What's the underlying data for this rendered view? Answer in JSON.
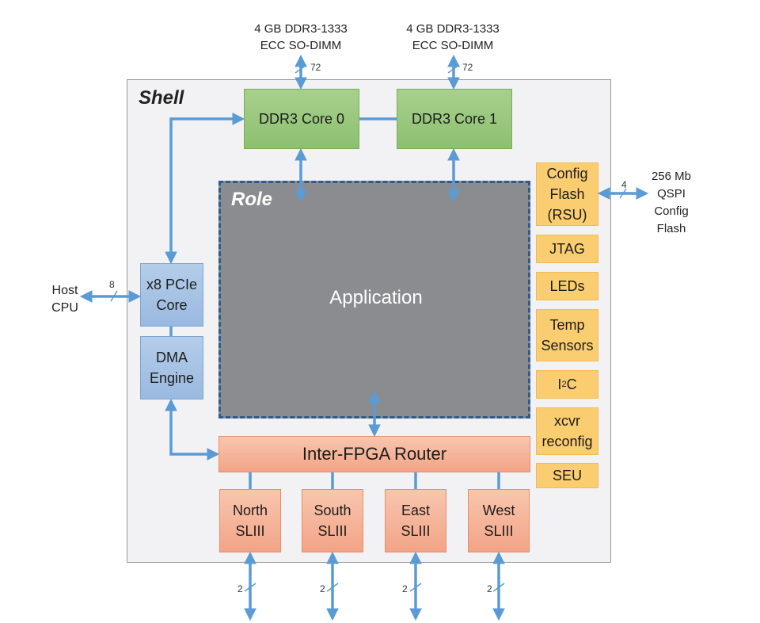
{
  "shell": {
    "label": "Shell"
  },
  "role": {
    "label": "Role",
    "app": "Application"
  },
  "ddr": {
    "core0": "DDR3 Core 0",
    "core1": "DDR3 Core 1",
    "mem_top": "4 GB DDR3-1333",
    "mem_bottom": "ECC SO-DIMM",
    "width": "72"
  },
  "host": {
    "line1": "Host",
    "line2": "CPU",
    "width": "8"
  },
  "pcie": {
    "line1": "x8 PCIe",
    "line2": "Core"
  },
  "dma": {
    "line1": "DMA",
    "line2": "Engine"
  },
  "router": {
    "label": "Inter-FPGA Router"
  },
  "links": [
    {
      "line1": "North",
      "line2": "SLIII",
      "width": "2"
    },
    {
      "line1": "South",
      "line2": "SLIII",
      "width": "2"
    },
    {
      "line1": "East",
      "line2": "SLIII",
      "width": "2"
    },
    {
      "line1": "West",
      "line2": "SLIII",
      "width": "2"
    }
  ],
  "periph": {
    "config": [
      "Config",
      "Flash",
      "(RSU)"
    ],
    "jtag": "JTAG",
    "leds": "LEDs",
    "temp": [
      "Temp",
      "Sensors"
    ],
    "i2c_base": "I",
    "i2c_sup": "2",
    "i2c_end": "C",
    "xcvr": [
      "xcvr",
      "reconfig"
    ],
    "seu": "SEU"
  },
  "qspi": {
    "lines": [
      "256 Mb",
      "QSPI",
      "Config",
      "Flash"
    ],
    "width": "4"
  },
  "colors": {
    "arrow": "#5b9bd5",
    "green": "#a8d08d",
    "blue": "#9ab9e0",
    "orange": "#f4b183",
    "yellow": "#fbcd71",
    "role": "#8a8c8f",
    "role_border": "#2e5b8c"
  }
}
